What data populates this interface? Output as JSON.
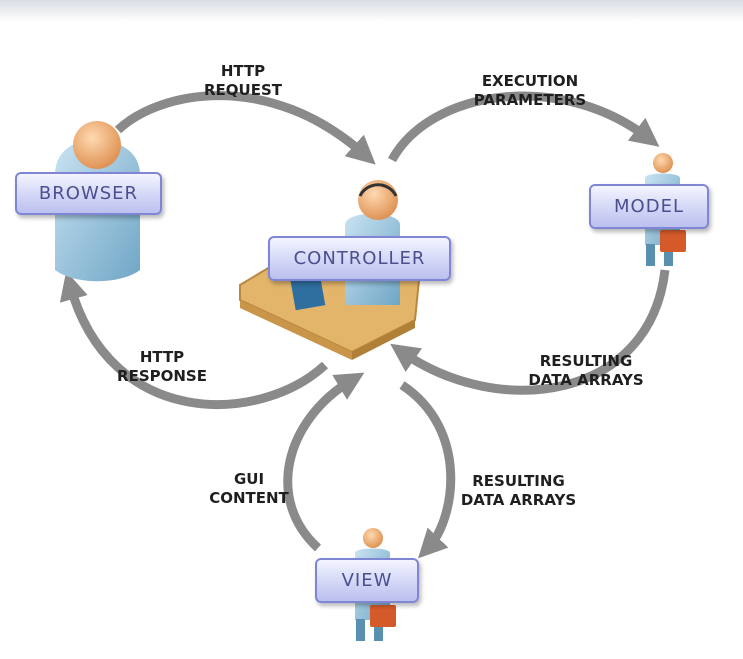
{
  "nodes": {
    "browser": "BROWSER",
    "controller": "CONTROLLER",
    "model": "MODEL",
    "view": "VIEW"
  },
  "flows": {
    "http_request": [
      "HTTP",
      "REQUEST"
    ],
    "execution_parameters": [
      "EXECUTION",
      "PARAMETERS"
    ],
    "http_response": [
      "HTTP",
      "RESPONSE"
    ],
    "resulting_data_arrays_model": [
      "RESULTING",
      "DATA ARRAYS"
    ],
    "gui_content": [
      "GUI",
      "CONTENT"
    ],
    "resulting_data_arrays_view": [
      "RESULTING",
      "DATA ARRAYS"
    ]
  },
  "colors": {
    "arrow": "#8a8a8a",
    "label_border": "#7f86d6",
    "label_text": "#4b4f8e",
    "desk": "#e3b56a",
    "person_shirt": "#8fbcd6",
    "skin": "#f2b27a"
  }
}
